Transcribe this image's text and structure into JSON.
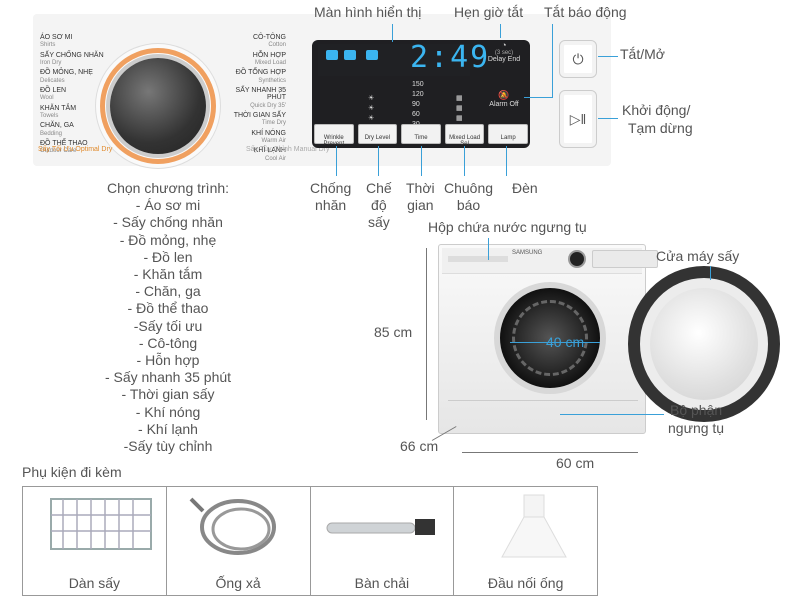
{
  "callouts": {
    "display_screen": "Màn hình hiển thị",
    "delay_end": "Hẹn giờ tắt",
    "alarm_off": "Tắt báo động",
    "power": "Tắt/Mở",
    "start_pause_l1": "Khởi động/",
    "start_pause_l2": "Tạm dừng",
    "wrinkle_l1": "Chống",
    "wrinkle_l2": "nhăn",
    "drylevel_l1": "Chế",
    "drylevel_l2": "độ",
    "drylevel_l3": "sấy",
    "time_l1": "Thời",
    "time_l2": "gian",
    "bell_l1": "Chuông",
    "bell_l2": "báo",
    "lamp": "Đèn",
    "water_tank": "Hộp chứa nước ngưng tụ",
    "door": "Cửa máy sấy",
    "condenser_l1": "Bộ phận",
    "condenser_l2": "ngưng tụ"
  },
  "dimensions": {
    "height": "85 cm",
    "depth": "66 cm",
    "width": "60 cm",
    "drum": "40 cm"
  },
  "panel": {
    "programs_left": [
      {
        "vi": "ÁO SƠ MI",
        "en": "Shirts"
      },
      {
        "vi": "SẤY CHỐNG NHĂN",
        "en": "Iron Dry"
      },
      {
        "vi": "ĐỒ MỎNG, NHẸ",
        "en": "Delicates"
      },
      {
        "vi": "ĐỒ LEN",
        "en": "Wool"
      },
      {
        "vi": "KHĂN TẮM",
        "en": "Towels"
      },
      {
        "vi": "CHĂN, GA",
        "en": "Bedding"
      },
      {
        "vi": "ĐỒ THỂ THAO",
        "en": "Outdoor Care"
      }
    ],
    "programs_right": [
      {
        "vi": "CÔ-TÔNG",
        "en": "Cotton"
      },
      {
        "vi": "HỖN HỢP",
        "en": "Mixed Load"
      },
      {
        "vi": "ĐỒ TỔNG HỢP",
        "en": "Synthetics"
      },
      {
        "vi": "SẤY NHANH 35 PHÚT",
        "en": "Quick Dry 35'"
      },
      {
        "vi": "THỜI GIAN SẤY",
        "en": "Time Dry"
      },
      {
        "vi": "KHÍ NÓNG",
        "en": "Warm Air"
      },
      {
        "vi": "KHÍ LẠNH",
        "en": "Cool Air"
      }
    ],
    "optimal_dry": "Sấy Tối Ưu",
    "optimal_dry_en": "Optimal Dry",
    "manual_dry": "Sấy Tùy Chỉnh",
    "manual_dry_en": "Manual Dry",
    "time_display": "2:49",
    "delay_end_label": "Delay End",
    "delay_end_hint": "(3 sec)",
    "alarm_off_label": "Alarm Off",
    "time_levels": [
      "150",
      "120",
      "90",
      "60",
      "30"
    ],
    "buttons": [
      "Wrinkle Prevent",
      "Dry Level",
      "Time",
      "Mixed Load Sel",
      "Lamp"
    ]
  },
  "program_list": {
    "heading": "Chọn chương trình:",
    "items": [
      "- Áo sơ mi",
      "- Sấy chống nhăn",
      "- Đồ mỏng, nhẹ",
      "- Đồ len",
      "- Khăn tắm",
      "- Chăn, ga",
      "- Đồ thể thao",
      "-Sấy tối ưu",
      "- Cô-tông",
      "- Hỗn hợp",
      "- Sấy nhanh 35 phút",
      "- Thời gian sấy",
      "- Khí nóng",
      "- Khí lạnh",
      "-Sấy tùy chỉnh"
    ]
  },
  "dryer_brand": "SAMSUNG",
  "accessories": {
    "heading": "Phụ kiện đi kèm",
    "items": [
      "Dàn sấy",
      "Ống xả",
      "Bàn chải",
      "Đầu nối ống"
    ]
  }
}
